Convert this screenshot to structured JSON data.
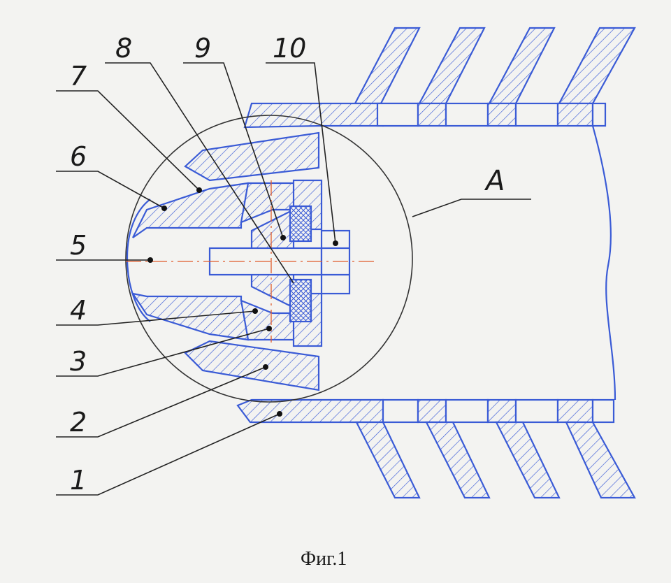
{
  "figure": {
    "caption": "Фиг.1",
    "detail_label": "A",
    "part_numbers": [
      "1",
      "2",
      "3",
      "4",
      "5",
      "6",
      "7",
      "8",
      "9",
      "10"
    ]
  },
  "colors": {
    "outline": "#3a5bd6",
    "axis": "#e05a2a",
    "leader": "#222222",
    "background": "#f3f3f1"
  }
}
